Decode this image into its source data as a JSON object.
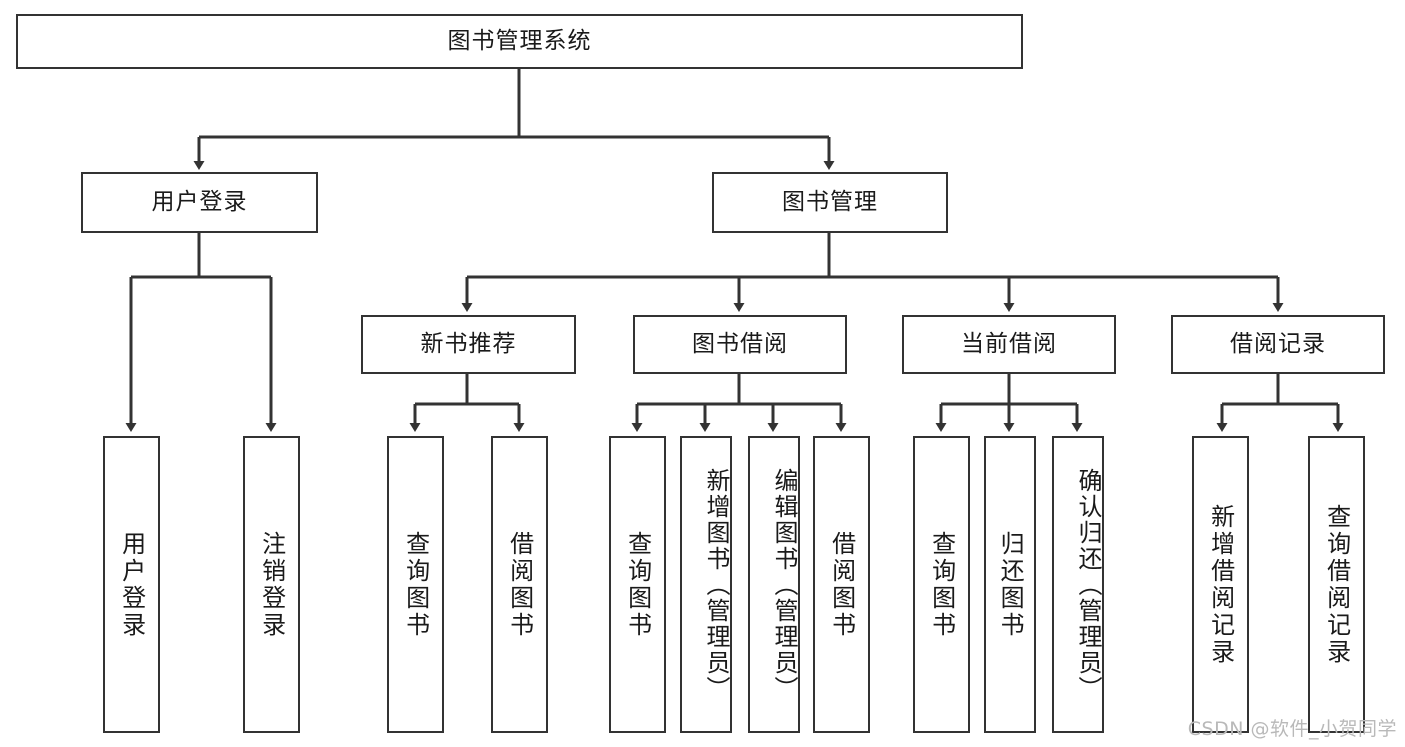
{
  "diagram": {
    "title": "图书管理系统",
    "type": "tree-hierarchy",
    "watermark": "CSDN @软件_小贺同学",
    "colors": {
      "line": "#333333",
      "box_fill": "#ffffff",
      "text": "#1a1a1a",
      "watermark": "#b9b9b9"
    },
    "nodes": {
      "root": {
        "label": "图书管理系统"
      },
      "level2": [
        {
          "id": "user-login",
          "label": "用户登录"
        },
        {
          "id": "book-manage",
          "label": "图书管理"
        }
      ],
      "level3": [
        {
          "id": "new-book-rec",
          "label": "新书推荐"
        },
        {
          "id": "book-borrow",
          "label": "图书借阅"
        },
        {
          "id": "current-borrow",
          "label": "当前借阅"
        },
        {
          "id": "borrow-record",
          "label": "借阅记录"
        }
      ],
      "leaves": [
        {
          "id": "leaf-user-login",
          "label": "用户登录",
          "parent": "user-login"
        },
        {
          "id": "leaf-logout",
          "label": "注销登录",
          "parent": "user-login"
        },
        {
          "id": "leaf-query-book-1",
          "label": "查询图书",
          "parent": "new-book-rec"
        },
        {
          "id": "leaf-borrow-book-1",
          "label": "借阅图书",
          "parent": "new-book-rec"
        },
        {
          "id": "leaf-query-book-2",
          "label": "查询图书",
          "parent": "book-borrow"
        },
        {
          "id": "leaf-add-book",
          "label": "新增图书（管理员）",
          "parent": "book-borrow"
        },
        {
          "id": "leaf-edit-book",
          "label": "编辑图书（管理员）",
          "parent": "book-borrow"
        },
        {
          "id": "leaf-borrow-book-2",
          "label": "借阅图书",
          "parent": "book-borrow"
        },
        {
          "id": "leaf-query-book-3",
          "label": "查询图书",
          "parent": "current-borrow"
        },
        {
          "id": "leaf-return-book",
          "label": "归还图书",
          "parent": "current-borrow"
        },
        {
          "id": "leaf-confirm-return",
          "label": "确认归还（管理员）",
          "parent": "current-borrow"
        },
        {
          "id": "leaf-add-record",
          "label": "新增借阅记录",
          "parent": "borrow-record"
        },
        {
          "id": "leaf-query-record",
          "label": "查询借阅记录",
          "parent": "borrow-record"
        }
      ]
    }
  }
}
